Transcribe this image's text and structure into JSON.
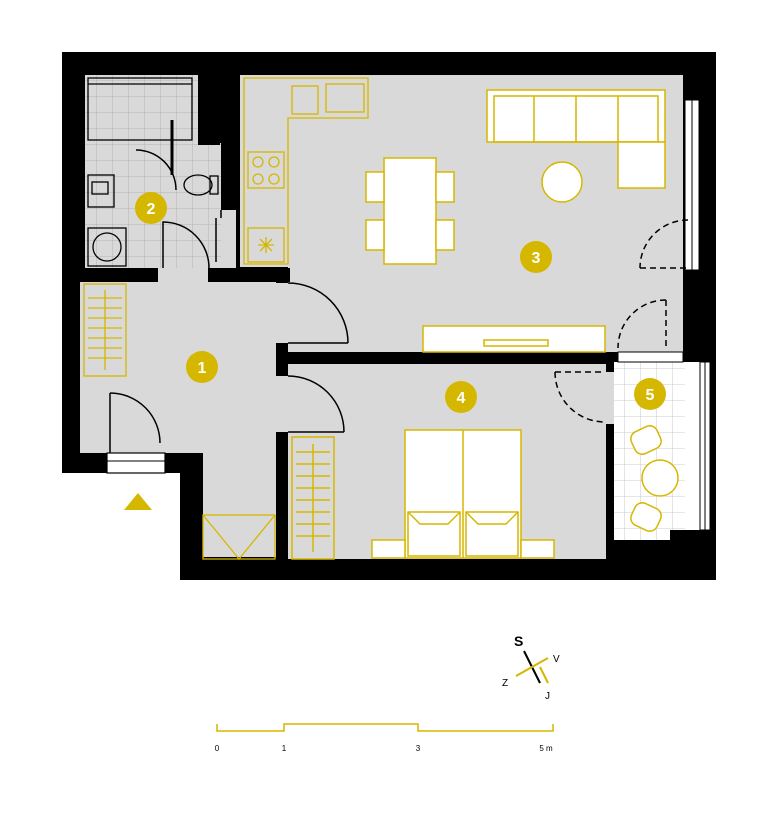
{
  "colors": {
    "wall": "#000000",
    "floor": "#d9d9d9",
    "accent": "#d6b700",
    "outline": "#c9a900",
    "tile_line": "#a9a9a9",
    "balcony_floor": "#ffffff"
  },
  "rooms": [
    {
      "id": "1"
    },
    {
      "id": "2"
    },
    {
      "id": "3"
    },
    {
      "id": "4"
    },
    {
      "id": "5"
    }
  ],
  "compass": {
    "north": "S",
    "east": "V",
    "south": "J",
    "west": "Z"
  },
  "scale_bar": {
    "ticks": [
      "0",
      "1",
      "3",
      "5 m"
    ]
  },
  "icons": {
    "entrance": "entrance-triangle-icon"
  }
}
